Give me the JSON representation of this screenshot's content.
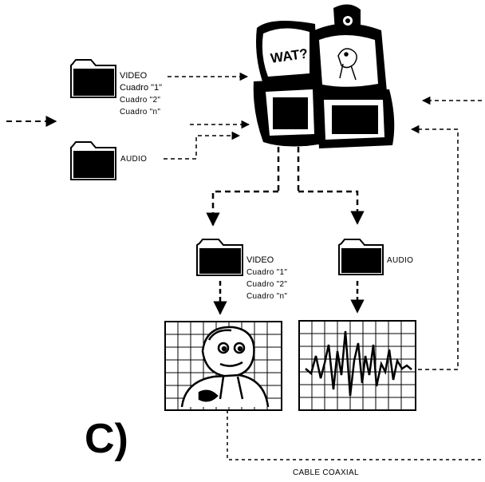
{
  "folder_top_video": {
    "title": "VIDEO",
    "items": [
      "Cuadro \"1\"",
      "Cuadro \"2\"",
      "Cuadro \"n\""
    ]
  },
  "folder_top_audio": {
    "title": "AUDIO"
  },
  "folder_bottom_video": {
    "title": "VIDEO",
    "items": [
      "Cuadro \"1\"",
      "Cuadro \"2\"",
      "Cuadro \"n\""
    ]
  },
  "folder_bottom_audio": {
    "title": "AUDIO"
  },
  "panel_label": "C)",
  "cable_label": "CABLE COAXIAL",
  "monitor_screen_text": "WAT?"
}
